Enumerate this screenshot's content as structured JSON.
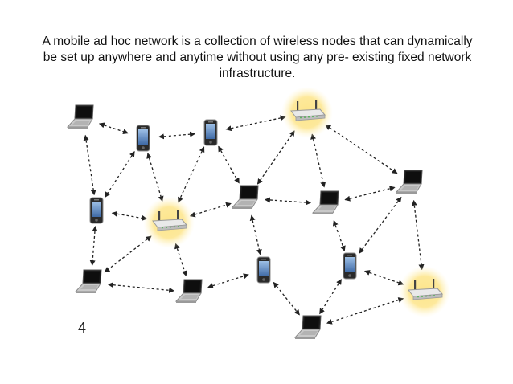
{
  "caption": {
    "line1": "A mobile ad hoc network is a collection of wireless nodes that can  dynamically",
    "line2": "be set up anywhere and anytime without using any pre-  existing fixed network",
    "line3": "infrastructure."
  },
  "slide_number": "4",
  "nodes": [
    {
      "id": "L1",
      "kind": "laptop"
    },
    {
      "id": "P1",
      "kind": "phone"
    },
    {
      "id": "P2",
      "kind": "phone"
    },
    {
      "id": "R1",
      "kind": "router"
    },
    {
      "id": "P3",
      "kind": "phone"
    },
    {
      "id": "R2",
      "kind": "router"
    },
    {
      "id": "L2",
      "kind": "laptop"
    },
    {
      "id": "L3",
      "kind": "laptop"
    },
    {
      "id": "L4",
      "kind": "laptop"
    },
    {
      "id": "L5",
      "kind": "laptop"
    },
    {
      "id": "L6",
      "kind": "laptop"
    },
    {
      "id": "P4",
      "kind": "phone"
    },
    {
      "id": "P5",
      "kind": "phone"
    },
    {
      "id": "R3",
      "kind": "router"
    },
    {
      "id": "L7",
      "kind": "laptop"
    }
  ],
  "links": [
    [
      "L1",
      "P1"
    ],
    [
      "P1",
      "P2"
    ],
    [
      "P2",
      "R1"
    ],
    [
      "R1",
      "L3"
    ],
    [
      "L1",
      "P3"
    ],
    [
      "P1",
      "P3"
    ],
    [
      "P1",
      "R2"
    ],
    [
      "P2",
      "R2"
    ],
    [
      "P2",
      "L2"
    ],
    [
      "P3",
      "R2"
    ],
    [
      "R2",
      "L2"
    ],
    [
      "L2",
      "L3"
    ],
    [
      "R1",
      "L2"
    ],
    [
      "R1",
      "L4"
    ],
    [
      "L3",
      "L4"
    ],
    [
      "L4",
      "P5"
    ],
    [
      "L4",
      "R3"
    ],
    [
      "L3",
      "P5"
    ],
    [
      "P3",
      "L5"
    ],
    [
      "R2",
      "L5"
    ],
    [
      "L5",
      "L6"
    ],
    [
      "R2",
      "L6"
    ],
    [
      "L6",
      "P4"
    ],
    [
      "L2",
      "P4"
    ],
    [
      "P4",
      "L7"
    ],
    [
      "P5",
      "L7"
    ],
    [
      "P5",
      "R3"
    ],
    [
      "R3",
      "L7"
    ]
  ],
  "colors": {
    "arrow": "#222222",
    "glow": "#fde58a",
    "phone_screen": "#6d95c8",
    "laptop_body": "#c9c9c9"
  }
}
